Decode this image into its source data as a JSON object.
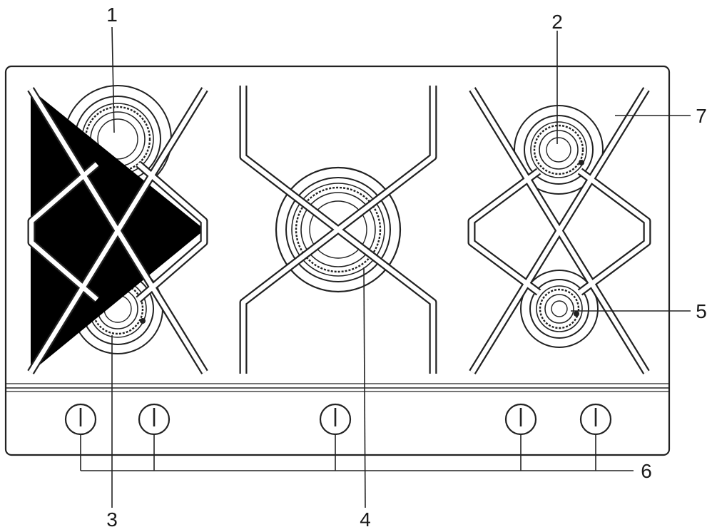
{
  "diagram": {
    "callouts": [
      {
        "id": "1",
        "label": "1"
      },
      {
        "id": "2",
        "label": "2"
      },
      {
        "id": "3",
        "label": "3"
      },
      {
        "id": "4",
        "label": "4"
      },
      {
        "id": "5",
        "label": "5"
      },
      {
        "id": "6",
        "label": "6"
      },
      {
        "id": "7",
        "label": "7"
      }
    ],
    "burner_count": 5,
    "knob_count": 5,
    "colors": {
      "ink": "#222222",
      "background": "#ffffff"
    }
  }
}
